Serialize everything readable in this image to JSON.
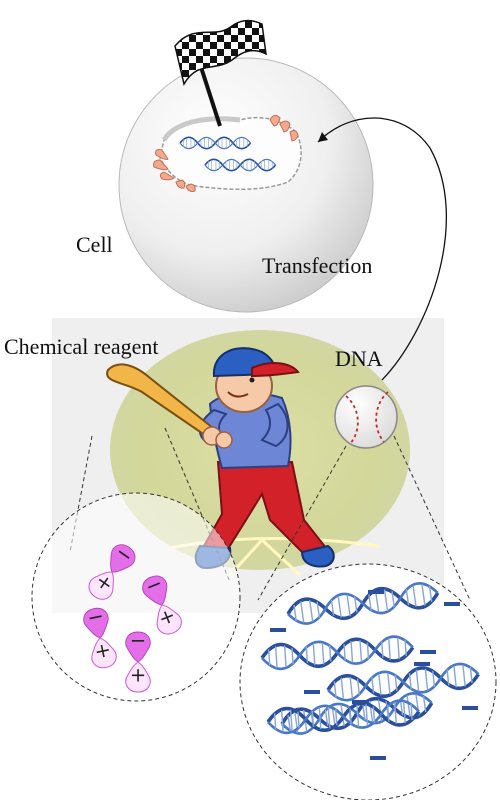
{
  "labels": {
    "cell": "Cell",
    "transfection": "Transfection",
    "chemical_reagent": "Chemical reagent",
    "dna": "DNA"
  },
  "reagent": {
    "molecules": [
      {
        "top": "−",
        "bottom": "+"
      },
      {
        "top": "−",
        "bottom": "+"
      },
      {
        "top": "−",
        "bottom": "+"
      },
      {
        "top": "−",
        "bottom": "+"
      }
    ],
    "color": "#e36ee8"
  },
  "dna_cluster": {
    "helices": 5,
    "charge_mark": "−",
    "color": "#2a4f9c"
  },
  "colors": {
    "background_panel": "#eeeeee",
    "glow": "#d3d79a",
    "shirt": "#6d86d6",
    "pants": "#d3212a",
    "cap": "#2b5fc1",
    "bat": "#f2b548",
    "ball_stitch": "#c8282c"
  }
}
